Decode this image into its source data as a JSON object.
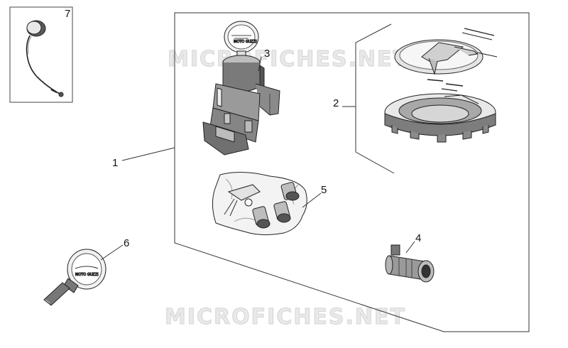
{
  "watermark": {
    "text": "MICROFICHES.NET"
  },
  "callouts": {
    "c1": "1",
    "c2": "2",
    "c3": "3",
    "c4": "4",
    "c5": "5",
    "c6": "6",
    "c7": "7"
  },
  "key_fob": {
    "emblem_text": "MOTO GUZZI"
  },
  "colors": {
    "line": "#222222",
    "part_dark": "#6d6d6d",
    "part_mid": "#9a9a9a",
    "part_light": "#d8d8d8",
    "watermark": "#e6e6e6"
  }
}
